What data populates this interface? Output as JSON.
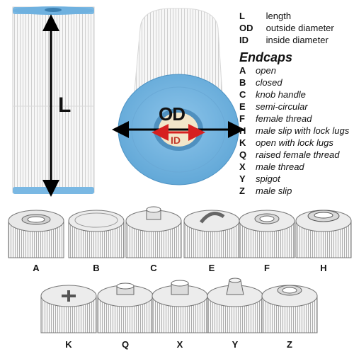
{
  "dimensions": {
    "L": "L",
    "OD": "OD",
    "ID": "ID",
    "legend": [
      {
        "key": "L",
        "desc": "length"
      },
      {
        "key": "OD",
        "desc": "outside diameter"
      },
      {
        "key": "ID",
        "desc": "inside diameter"
      }
    ]
  },
  "endcaps": {
    "title": "Endcaps",
    "items": [
      {
        "key": "A",
        "desc": "open"
      },
      {
        "key": "B",
        "desc": "closed"
      },
      {
        "key": "C",
        "desc": "knob handle"
      },
      {
        "key": "E",
        "desc": "semi-circular"
      },
      {
        "key": "F",
        "desc": "female thread"
      },
      {
        "key": "H",
        "desc": "male slip with lock lugs"
      },
      {
        "key": "K",
        "desc": "open with lock lugs"
      },
      {
        "key": "Q",
        "desc": "raised female thread"
      },
      {
        "key": "X",
        "desc": "male thread"
      },
      {
        "key": "Y",
        "desc": "spigot"
      },
      {
        "key": "Z",
        "desc": "male slip"
      }
    ]
  },
  "cap_labels": {
    "row1": [
      "A",
      "B",
      "C",
      "E",
      "F",
      "H"
    ],
    "row2": [
      "K",
      "Q",
      "X",
      "Y",
      "Z"
    ]
  },
  "colors": {
    "endcap_blue": "#7ab8e3",
    "pleat_white": "#f4f4f4",
    "id_red": "#d62020",
    "arrow": "#000000"
  }
}
